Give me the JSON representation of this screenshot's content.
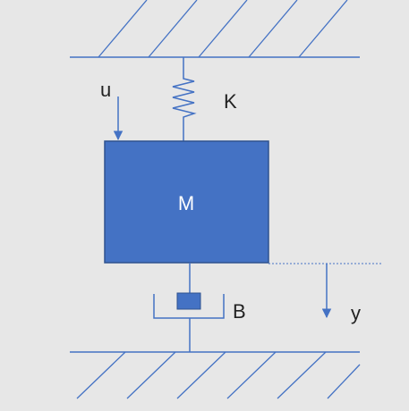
{
  "labels": {
    "force": "u",
    "spring": "K",
    "mass": "M",
    "damper": "B",
    "displacement": "y"
  },
  "colors": {
    "background": "#e7e7e7",
    "line": "#4472c4",
    "mass_fill": "#4472c4",
    "mass_stroke": "#2f528f",
    "mass_text": "#ffffff",
    "label_text": "#222222"
  }
}
